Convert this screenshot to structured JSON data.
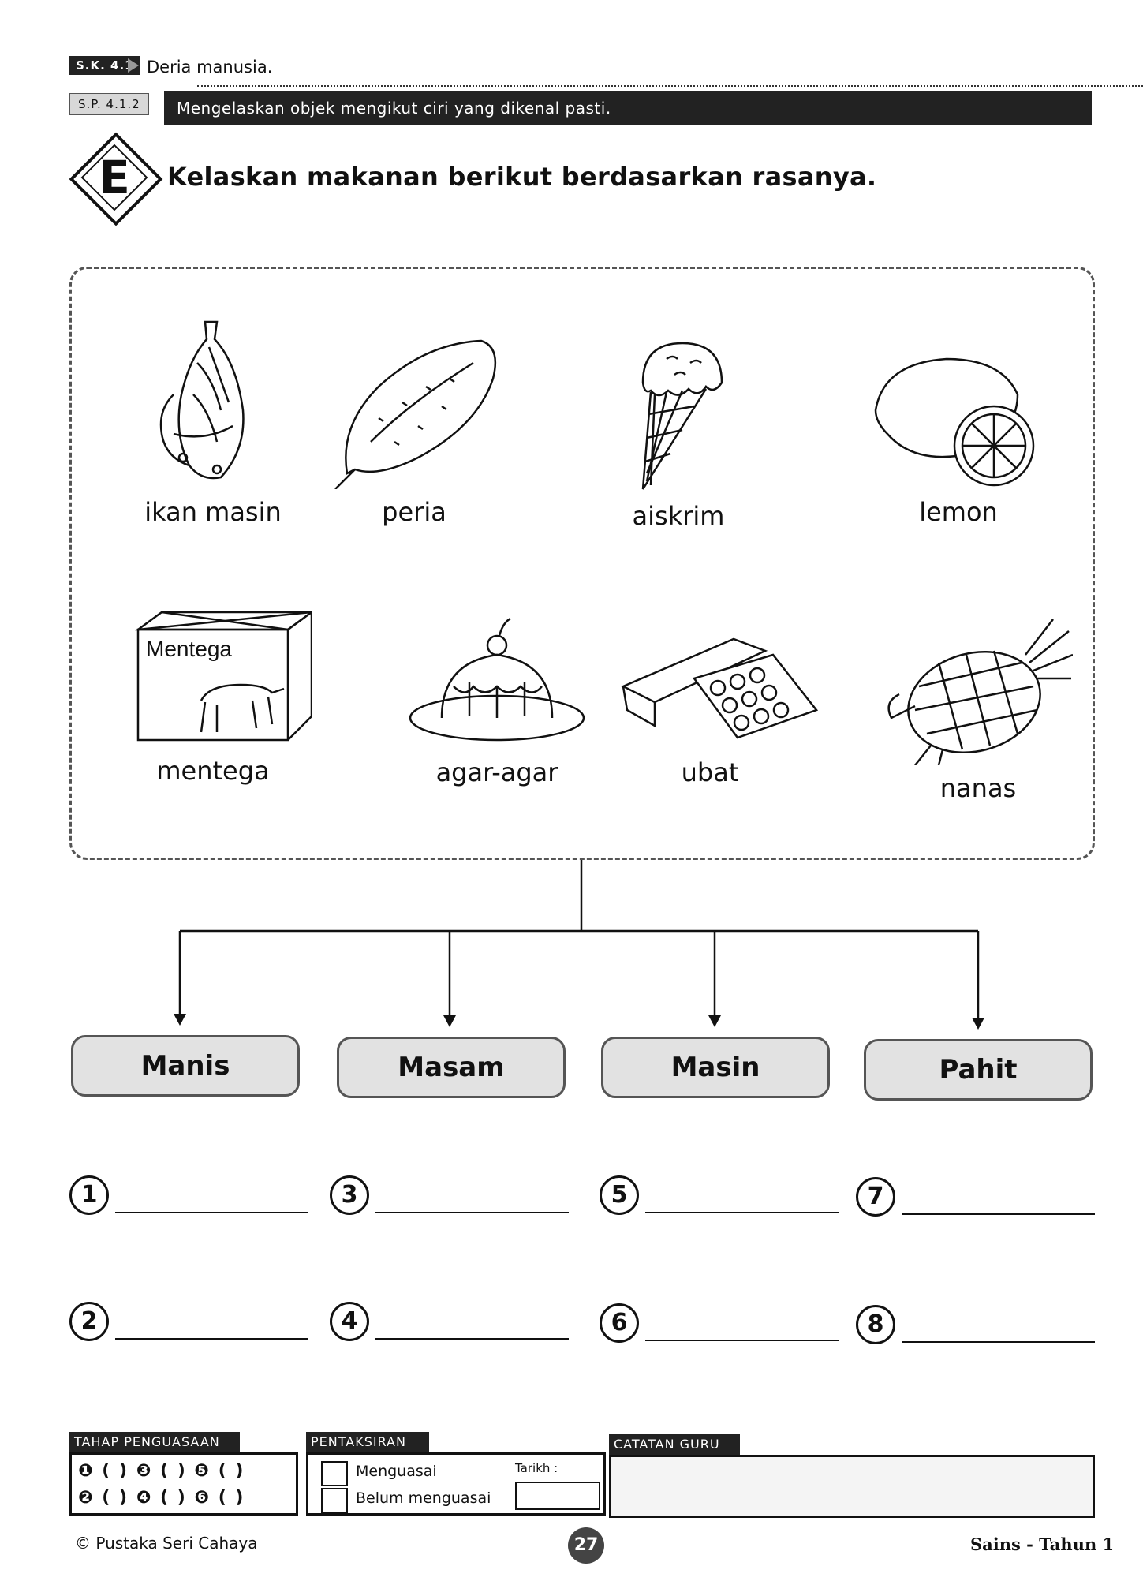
{
  "header": {
    "sk_code": "S.K. 4.1",
    "sk_text": "Deria manusia.",
    "sp_code": "S.P. 4.1.2",
    "sp_text": "Mengelaskan objek mengikut ciri yang dikenal pasti."
  },
  "section": {
    "letter": "E",
    "title": "Kelaskan makanan berikut berdasarkan rasanya."
  },
  "foods": [
    {
      "label": "ikan masin",
      "icon": "salted-fish-icon"
    },
    {
      "label": "peria",
      "icon": "bitter-gourd-icon"
    },
    {
      "label": "aiskrim",
      "icon": "ice-cream-icon"
    },
    {
      "label": "lemon",
      "icon": "lemon-icon"
    },
    {
      "label": "mentega",
      "icon": "butter-box-icon",
      "box_text": "Mentega"
    },
    {
      "label": "agar-agar",
      "icon": "jelly-icon"
    },
    {
      "label": "ubat",
      "icon": "medicine-pills-icon"
    },
    {
      "label": "nanas",
      "icon": "pineapple-icon"
    }
  ],
  "categories": [
    "Manis",
    "Masam",
    "Masin",
    "Pahit"
  ],
  "answers": [
    "1",
    "2",
    "3",
    "4",
    "5",
    "6",
    "7",
    "8"
  ],
  "footer": {
    "tahap_title": "TAHAP PENGUASAAN",
    "tahap_row1": "❶ (   )  ❸ (   )  ❺ (   )",
    "tahap_row2": "❷ (   )  ❹ (   )  ❻ (   )",
    "pentaksiran_title": "PENTAKSIRAN",
    "menguasai": "Menguasai",
    "belum": "Belum menguasai",
    "tarikh": "Tarikh :",
    "catatan_title": "CATATAN GURU",
    "copyright": "© Pustaka Seri Cahaya",
    "page": "27",
    "subject": "Sains - Tahun 1"
  }
}
